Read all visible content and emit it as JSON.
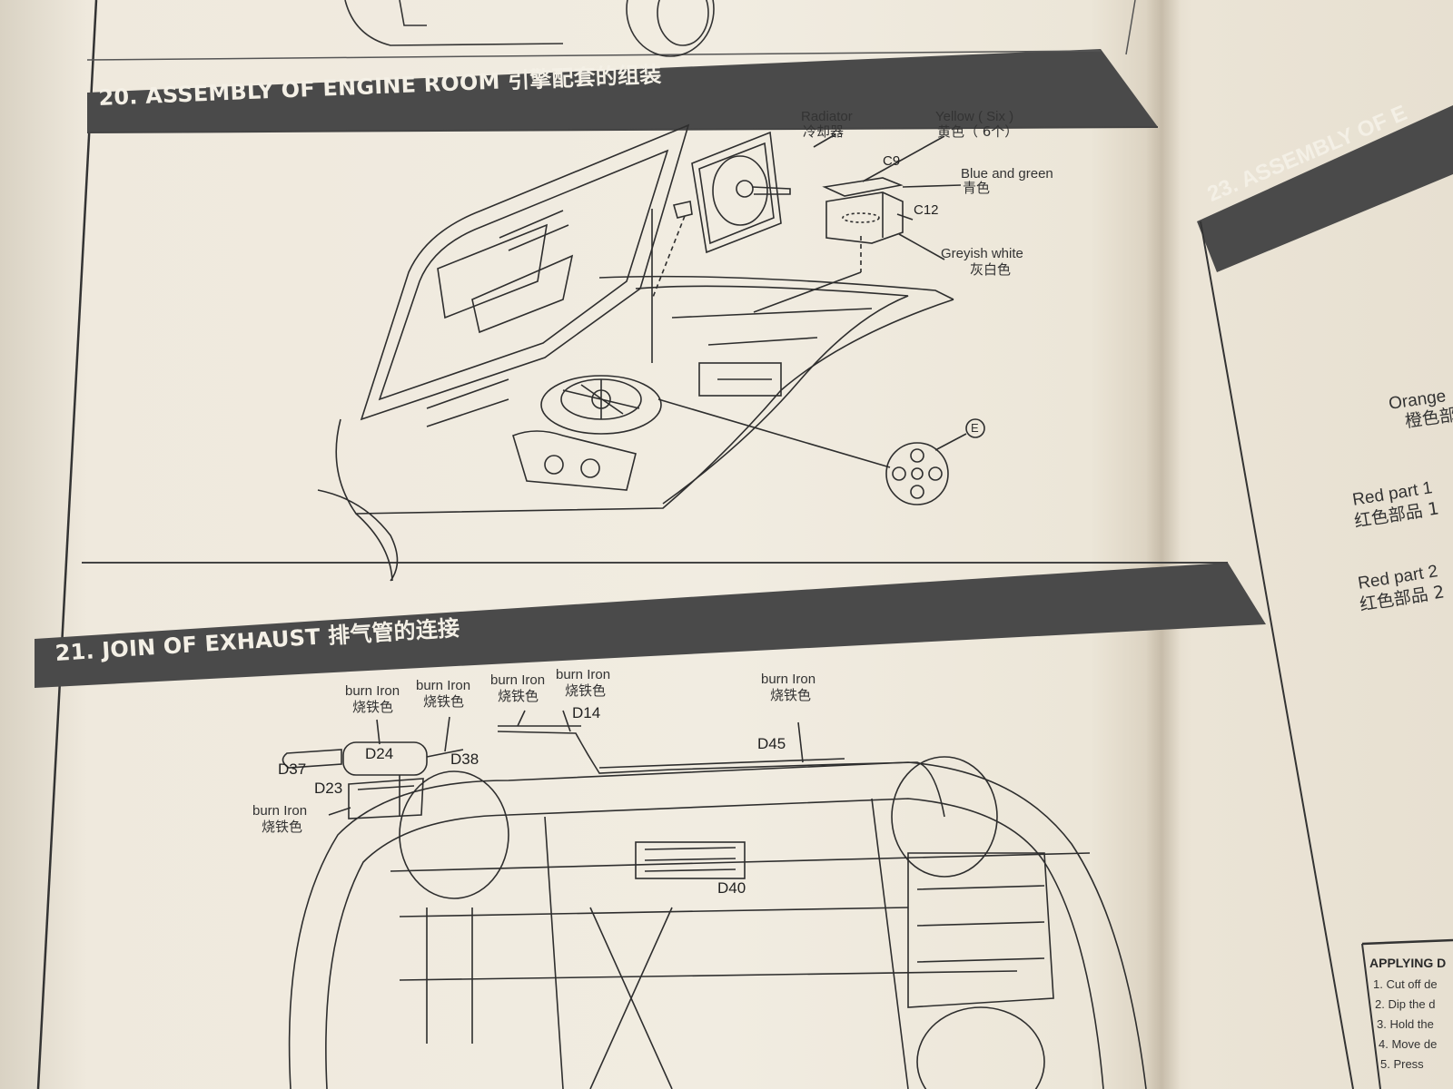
{
  "step20": {
    "title": "20. ASSEMBLY OF ENGINE ROOM 引擎配套的组装",
    "radiator_en": "Radiator",
    "radiator_zh": "冷却器",
    "yellow_en": "Yellow ( Six )",
    "yellow_zh": "黄色（ 6个）",
    "c9": "C9",
    "blue_en": "Blue and green",
    "blue_zh": "青色",
    "c12": "C12",
    "grey_en": "Greyish white",
    "grey_zh": "灰白色",
    "e_mark": "E"
  },
  "step21": {
    "title": "21. JOIN OF EXHAUST 排气管的连接",
    "color_en": "burn Iron",
    "color_zh": "烧铁色",
    "d14": "D14",
    "d24": "D24",
    "d37": "D37",
    "d38": "D38",
    "d23": "D23",
    "d45": "D45",
    "d40": "D40"
  },
  "right_page": {
    "title": "23. ASSEMBLY OF E",
    "orange_en": "Orange",
    "orange_zh": "橙色部",
    "red1_en": "Red part 1",
    "red1_zh": "红色部品 1",
    "red2_en": "Red part 2",
    "red2_zh": "红色部品 2",
    "applying": "APPLYING D",
    "steps": [
      "1. Cut off de",
      "2. Dip the d",
      "3. Hold the",
      "4. Move de",
      "5. Press"
    ]
  }
}
